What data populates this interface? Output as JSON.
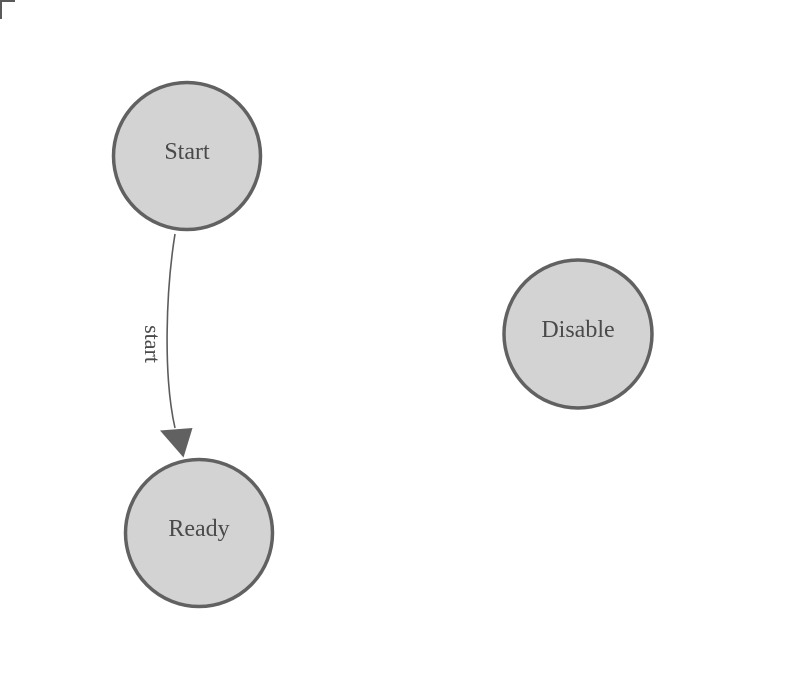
{
  "canvas": {
    "background_color": "#ffffff",
    "corner_mark": {
      "description": "L-shaped border fragment at top-left corner",
      "color": "#5a5a5a"
    }
  },
  "diagram": {
    "type": "state-machine-graph",
    "colors": {
      "node_fill": "#d3d3d3",
      "node_stroke": "#616161",
      "label_text": "#4a4a4a",
      "edge_stroke": "#5c5c5c",
      "arrowhead_fill": "#616161"
    },
    "nodes": [
      {
        "id": "start",
        "label": "Start"
      },
      {
        "id": "ready",
        "label": "Ready"
      },
      {
        "id": "disable",
        "label": "Disable"
      }
    ],
    "edges": [
      {
        "from": "start",
        "to": "ready",
        "label": "start"
      }
    ]
  }
}
